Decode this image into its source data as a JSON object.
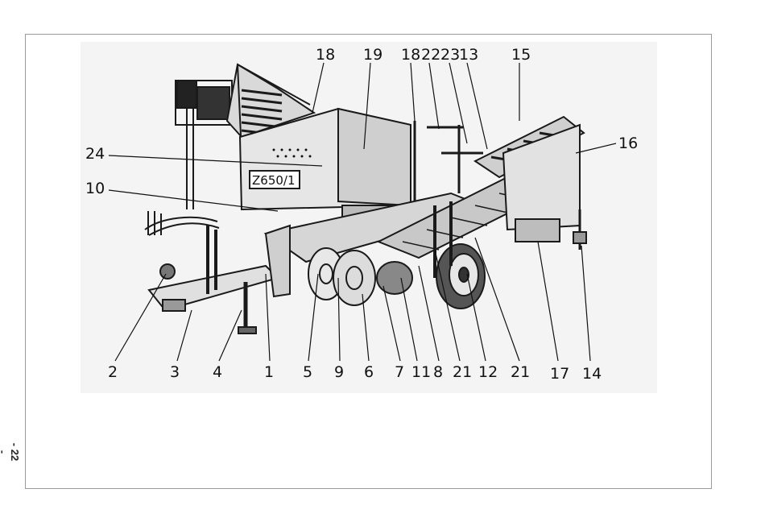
{
  "page": {
    "page_number": "- 22 -"
  },
  "figure": {
    "machine_label": "Z650/1",
    "callouts": [
      "18",
      "19",
      "18",
      "22",
      "23",
      "13",
      "15",
      "16",
      "24",
      "10",
      "2",
      "3",
      "4",
      "1",
      "5",
      "9",
      "6",
      "7",
      "11",
      "8",
      "21",
      "12",
      "21",
      "17",
      "14"
    ]
  }
}
